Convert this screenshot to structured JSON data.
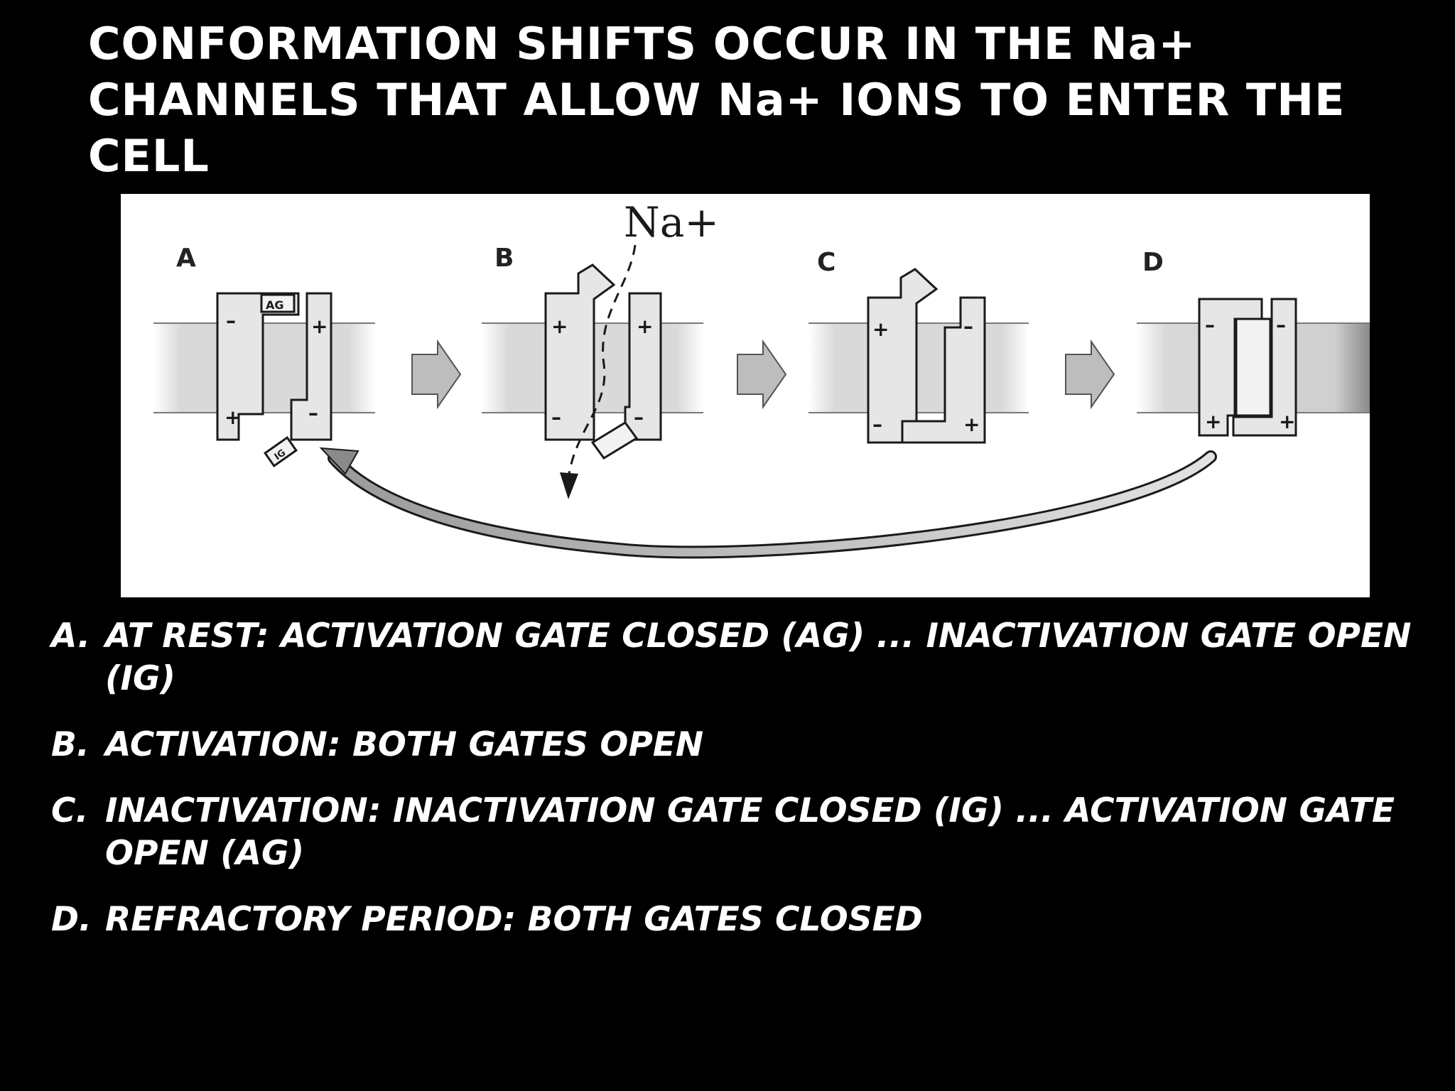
{
  "title": "CONFORMATION SHIFTS OCCUR IN THE Na+ CHANNELS THAT ALLOW Na+ IONS TO ENTER THE CELL",
  "diagram": {
    "ion_label": "Na+",
    "panels": [
      {
        "letter": "A",
        "gate_label_top": "AG",
        "gate_label_bottom": "IG"
      },
      {
        "letter": "B"
      },
      {
        "letter": "C"
      },
      {
        "letter": "D"
      }
    ],
    "signs": {
      "plus": "+",
      "minus": "–"
    }
  },
  "legend": [
    {
      "letter": "A.",
      "text": "AT REST: ACTIVATION GATE CLOSED (AG) ... INACTIVATION GATE OPEN (IG)"
    },
    {
      "letter": "B.",
      "text": "ACTIVATION: BOTH GATES OPEN"
    },
    {
      "letter": "C.",
      "text": "INACTIVATION: INACTIVATION GATE CLOSED (IG) ... ACTIVATION GATE OPEN (AG)"
    },
    {
      "letter": "D.",
      "text": "REFRACTORY PERIOD: BOTH GATES CLOSED"
    }
  ],
  "colors": {
    "background": "#000000",
    "text": "#ffffff",
    "panel": "#ffffff",
    "membrane": "#d6d6d6",
    "channel": "#e6e6e6",
    "outline": "#1a1a1a",
    "arrow": "#b8b8b8"
  }
}
